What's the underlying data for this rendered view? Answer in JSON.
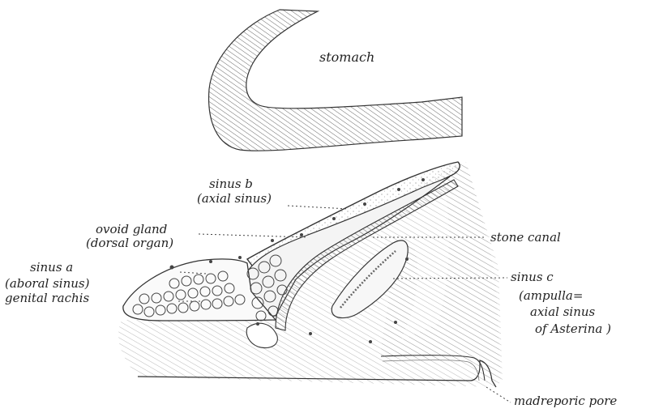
{
  "figure": {
    "ink_color": "#2a2a2a",
    "paper_color": "#ffffff"
  },
  "labels": {
    "stomach": "stomach",
    "sinus_b": "sinus b",
    "sinus_b_paren": "(axial sinus)",
    "ovoid_gland": "ovoid gland",
    "ovoid_gland_paren": "(dorsal organ)",
    "sinus_a": "sinus a",
    "sinus_a_paren": "(aboral sinus)",
    "genital_rachis": "genital rachis",
    "stone_canal": "stone canal",
    "sinus_c": "sinus c",
    "sinus_c_paren1": "(ampulla=",
    "sinus_c_paren2": "axial sinus",
    "sinus_c_paren3": "of Asterina )",
    "madreporic_pore": "madreporic pore"
  }
}
